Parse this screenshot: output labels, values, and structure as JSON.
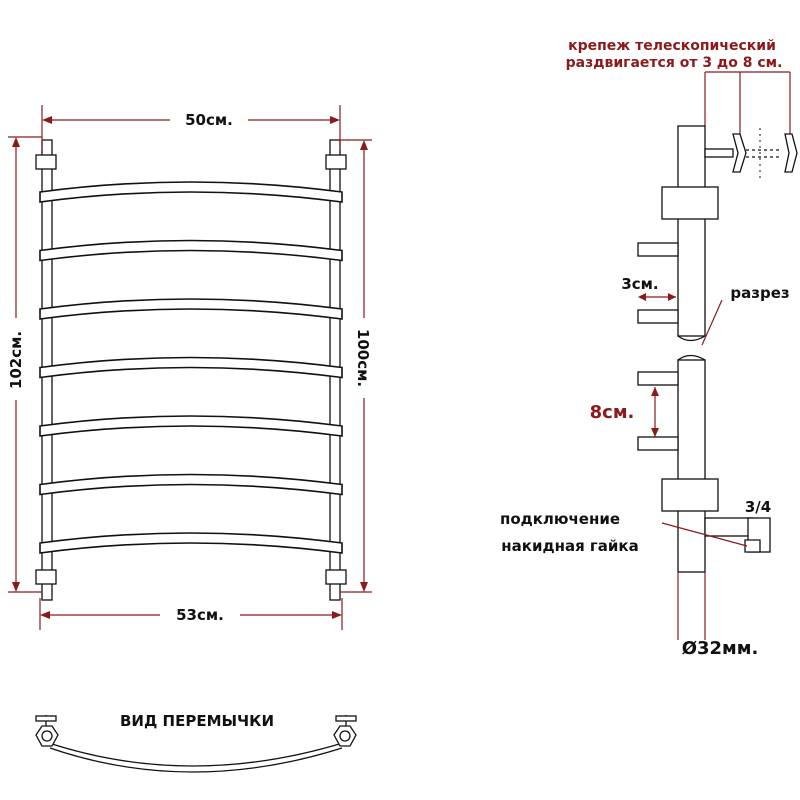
{
  "labels": {
    "width_top": "50см.",
    "width_bottom": "53см.",
    "height_left": "102см.",
    "height_right": "100см.",
    "mount_line1": "крепеж телескопический",
    "mount_line2": "раздвигается от 3 до 8 см.",
    "gap_3": "3см.",
    "section": "разрез",
    "gap_8": "8см.",
    "connection_line1": "подключение",
    "connection_line2": "накидная гайка",
    "thread": "3/4",
    "diameter": "Ø32мм.",
    "crossbar_view": "ВИД ПЕРЕМЫЧКИ"
  },
  "colors": {
    "dimension": "#8b1a1a",
    "outline": "#111111",
    "text_dark": "#111111"
  },
  "rungs": 7
}
